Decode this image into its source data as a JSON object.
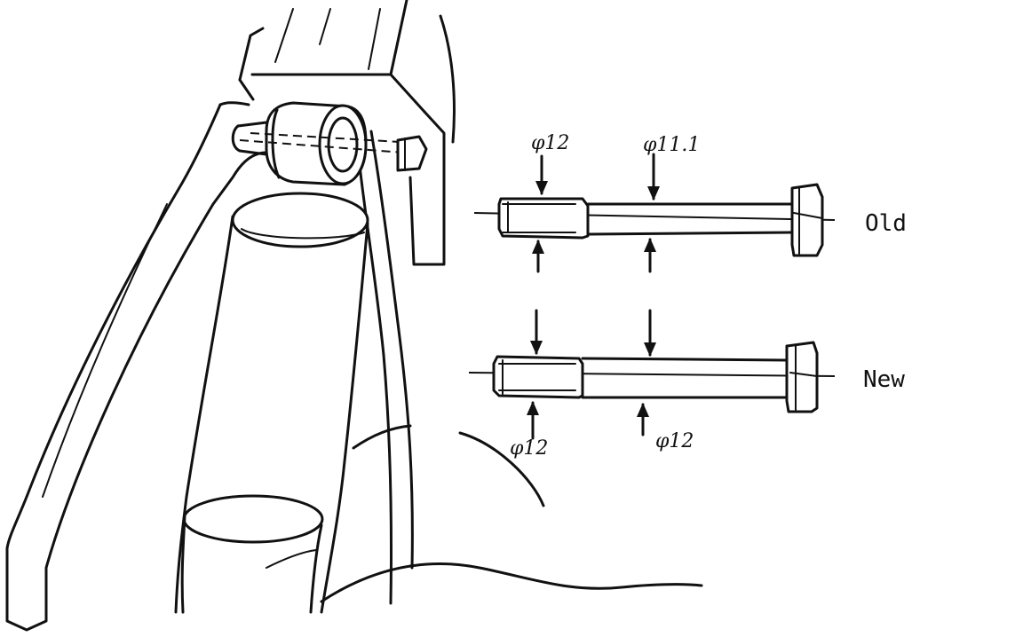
{
  "labels": {
    "old": "Old",
    "new": "New"
  },
  "dimensions": {
    "old_thread_dia": "φ12",
    "old_shank_dia": "φ11.1",
    "new_thread_dia": "φ12",
    "new_shank_dia": "φ12"
  }
}
